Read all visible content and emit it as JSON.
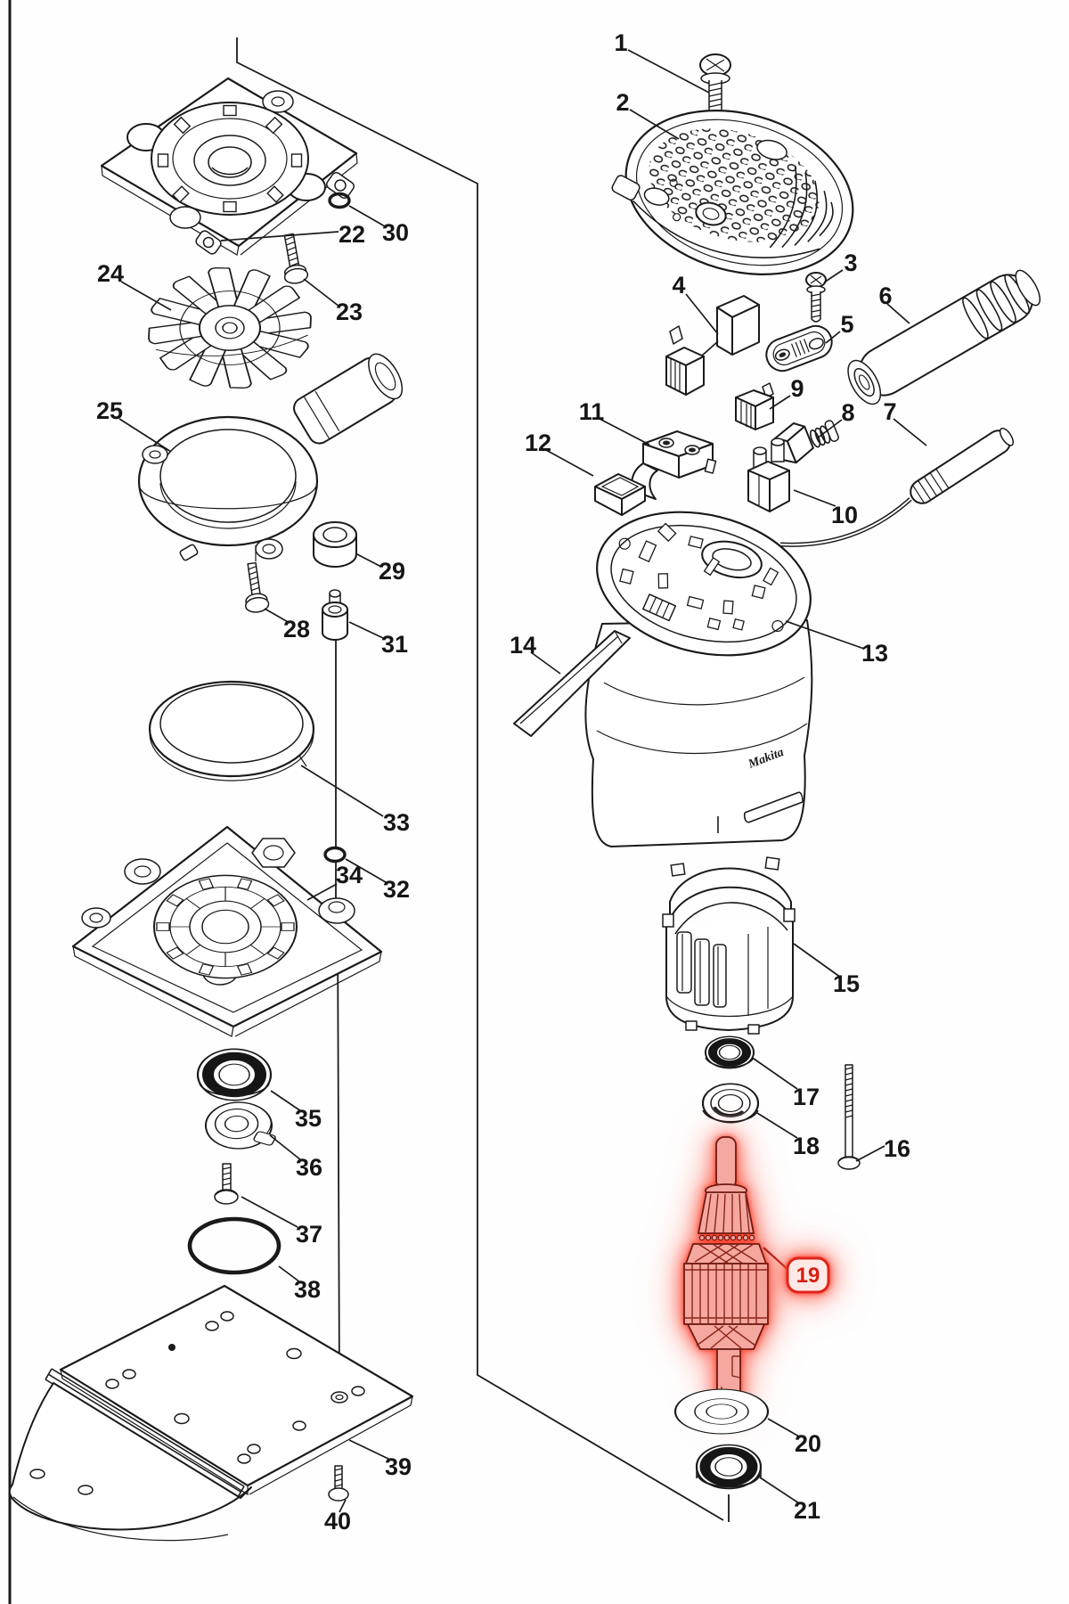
{
  "diagram": {
    "brand_text": "Makita",
    "highlight": {
      "part_number": "19",
      "badge_text": "19",
      "color": "#e0241a"
    },
    "labels": [
      "1",
      "2",
      "3",
      "4",
      "5",
      "6",
      "7",
      "8",
      "9",
      "10",
      "11",
      "12",
      "13",
      "14",
      "15",
      "16",
      "17",
      "18",
      "19",
      "20",
      "21",
      "22",
      "23",
      "24",
      "25",
      "28",
      "29",
      "30",
      "31",
      "32",
      "33",
      "34",
      "35",
      "36",
      "37",
      "38",
      "39",
      "40"
    ]
  }
}
